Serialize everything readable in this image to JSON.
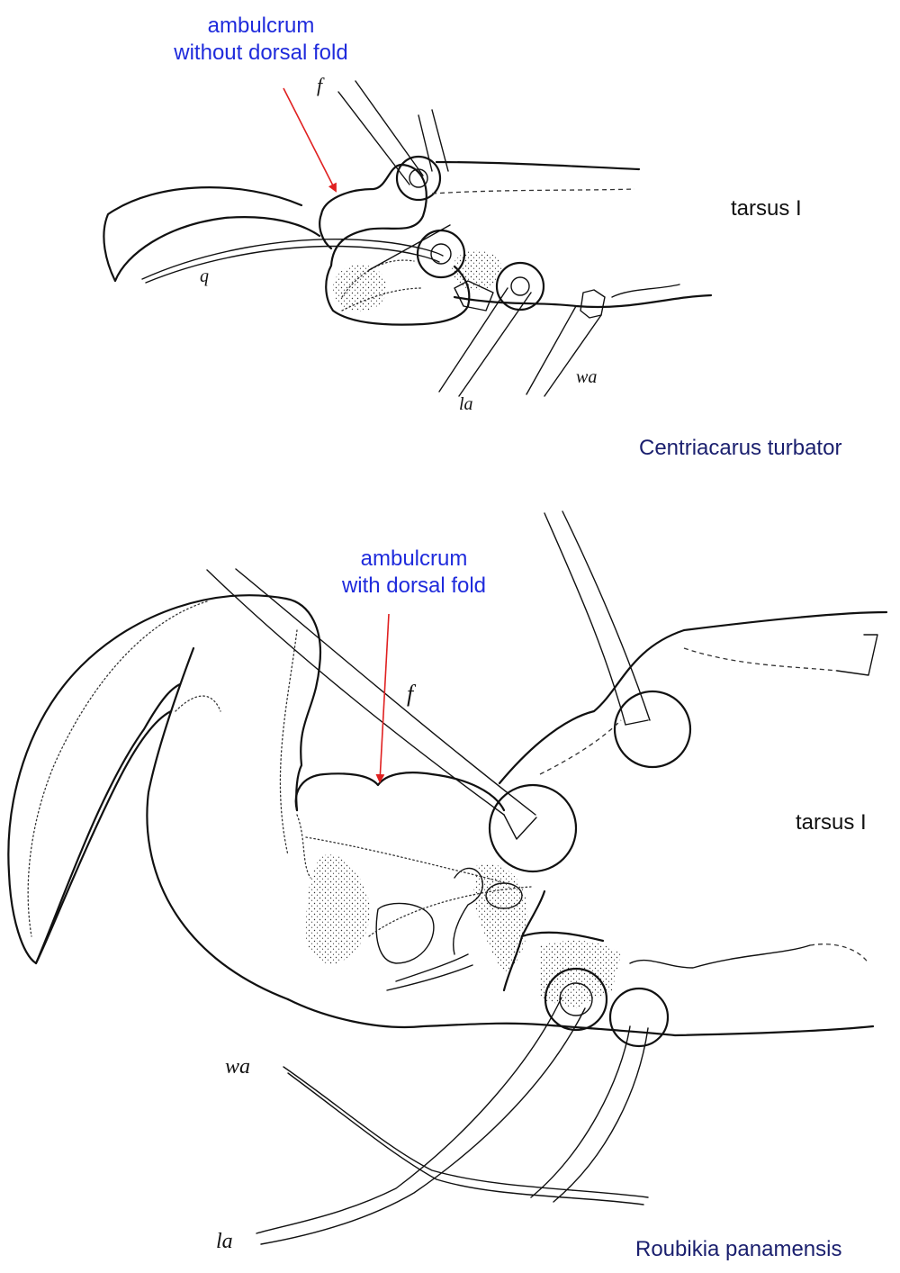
{
  "colors": {
    "annotation": "#1f2bdc",
    "species": "#1a1f6e",
    "arrow": "#e02020",
    "ink": "#111111"
  },
  "panel_top": {
    "annotation": {
      "line1": "ambulcrum",
      "line2": "without dorsal fold"
    },
    "region_label": "tarsus I",
    "species": "Centriacarus turbator",
    "setae": {
      "f": "f",
      "q": "q",
      "la": "la",
      "wa": "wa"
    }
  },
  "panel_bottom": {
    "annotation": {
      "line1": "ambulcrum",
      "line2": "with dorsal fold"
    },
    "region_label": "tarsus I",
    "species": "Roubikia panamensis",
    "setae": {
      "f": "f",
      "wa": "wa",
      "la": "la"
    }
  }
}
